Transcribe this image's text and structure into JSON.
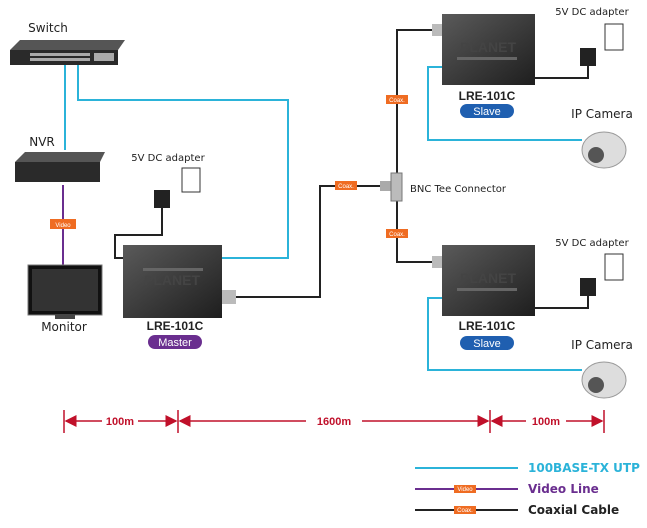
{
  "devices": {
    "switch": {
      "label": "Switch"
    },
    "nvr": {
      "label": "NVR"
    },
    "monitor": {
      "label": "Monitor"
    },
    "master": {
      "model": "LRE-101C",
      "role": "Master",
      "brand": "PLANET",
      "adapter": "5V DC adapter"
    },
    "slave_top": {
      "model": "LRE-101C",
      "role": "Slave",
      "brand": "PLANET",
      "adapter": "5V DC adapter",
      "camera": "IP Camera"
    },
    "slave_bottom": {
      "model": "LRE-101C",
      "role": "Slave",
      "brand": "PLANET",
      "adapter": "5V DC adapter",
      "camera": "IP Camera"
    },
    "tee": {
      "label": "BNC Tee Connector"
    }
  },
  "tags": {
    "coax": "Coax.",
    "video": "Video"
  },
  "distances": [
    "100m",
    "1600m",
    "100m"
  ],
  "legend": [
    {
      "label": "100BASE-TX UTP",
      "color": "#2bb3d9"
    },
    {
      "label": "Video Line",
      "color": "#6a2e8f",
      "tag": "Video"
    },
    {
      "label": "Coaxial Cable",
      "color": "#222222",
      "tag": "Coax."
    }
  ],
  "colors": {
    "utp": "#2bb3d9",
    "video": "#6a2e8f",
    "coax": "#222222",
    "tag": "#ef6c22",
    "master_badge": "#6a2e8f",
    "slave_badge": "#1f5fb0",
    "dimension": "#c0102a"
  }
}
